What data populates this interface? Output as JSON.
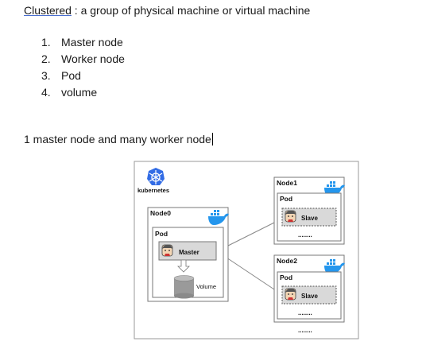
{
  "doc": {
    "heading_term": "Clustered",
    "heading_rest": " : a group of physical machine or virtual machine",
    "list": [
      {
        "num": "1.",
        "label": "Master node"
      },
      {
        "num": "2.",
        "label": "Worker node"
      },
      {
        "num": "3.",
        "label": "Pod"
      },
      {
        "num": "4.",
        "label": "volume"
      }
    ],
    "summary": "1 master node and many worker node"
  },
  "diagram": {
    "logo_label": "kubernetes",
    "node0": {
      "title": "Node0",
      "pod_label": "Pod",
      "master_label": "Master",
      "volume_label": "Volume"
    },
    "node1": {
      "title": "Node1",
      "pod_label": "Pod",
      "slave_label": "Slave",
      "dots": "........"
    },
    "node2": {
      "title": "Node2",
      "pod_label": "Pod",
      "slave_label": "Slave",
      "dots": "........"
    },
    "outer_dots": "........",
    "colors": {
      "kubernetes_blue": "#326ce5",
      "docker_blue": "#2496ed",
      "box_fill": "#d9d9d9"
    }
  }
}
